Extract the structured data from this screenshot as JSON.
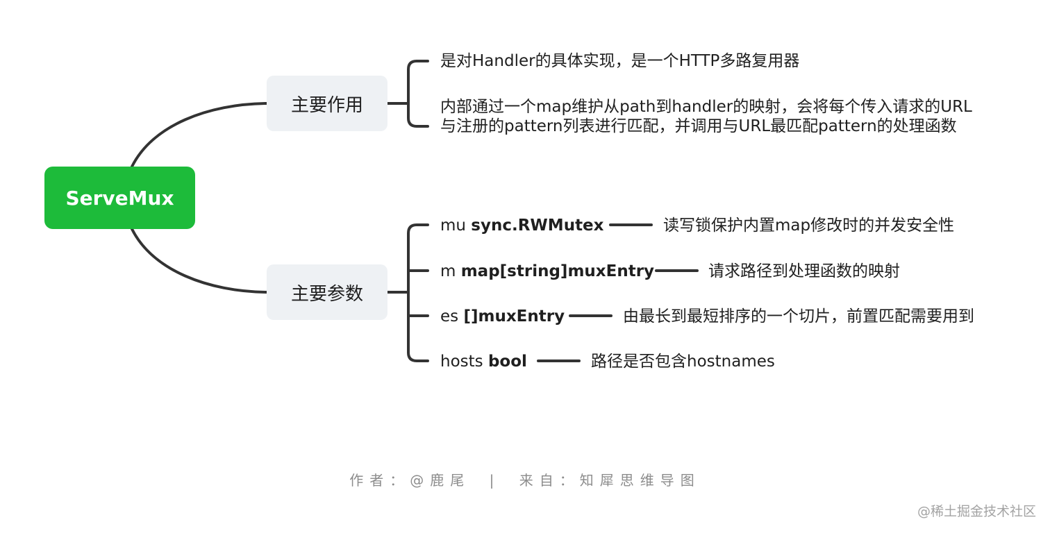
{
  "root": {
    "label": "ServeMux"
  },
  "branches": [
    {
      "label": "主要作用",
      "items": [
        {
          "text": "是对Handler的具体实现，是一个HTTP多路复用器"
        },
        {
          "text": "内部通过一个map维护从path到handler的映射，会将每个传入请求的URL与注册的pattern列表进行匹配，并调用与URL最匹配pattern的处理函数"
        }
      ]
    },
    {
      "label": "主要参数",
      "items": [
        {
          "name": "mu",
          "type": "sync.RWMutex",
          "desc": "读写锁保护内置map修改时的并发安全性"
        },
        {
          "name": "m",
          "type": "map[string]muxEntry",
          "desc": "请求路径到处理函数的映射"
        },
        {
          "name": "es",
          "type": "[]muxEntry",
          "desc": "由最长到最短排序的一个切片，前置匹配需要用到"
        },
        {
          "name": "hosts",
          "type": "bool",
          "desc": "路径是否包含hostnames"
        }
      ]
    }
  ],
  "footer": {
    "author_label": "作者：",
    "author": "@鹿尾",
    "separator": "|",
    "source_label": "来自：",
    "source": "知犀思维导图"
  },
  "watermark": "@稀土掘金技术社区",
  "colors": {
    "root_fill": "#1dbb3a",
    "branch_fill": "#eef1f4",
    "line": "#333333",
    "footer_text": "#8c8c8c"
  }
}
